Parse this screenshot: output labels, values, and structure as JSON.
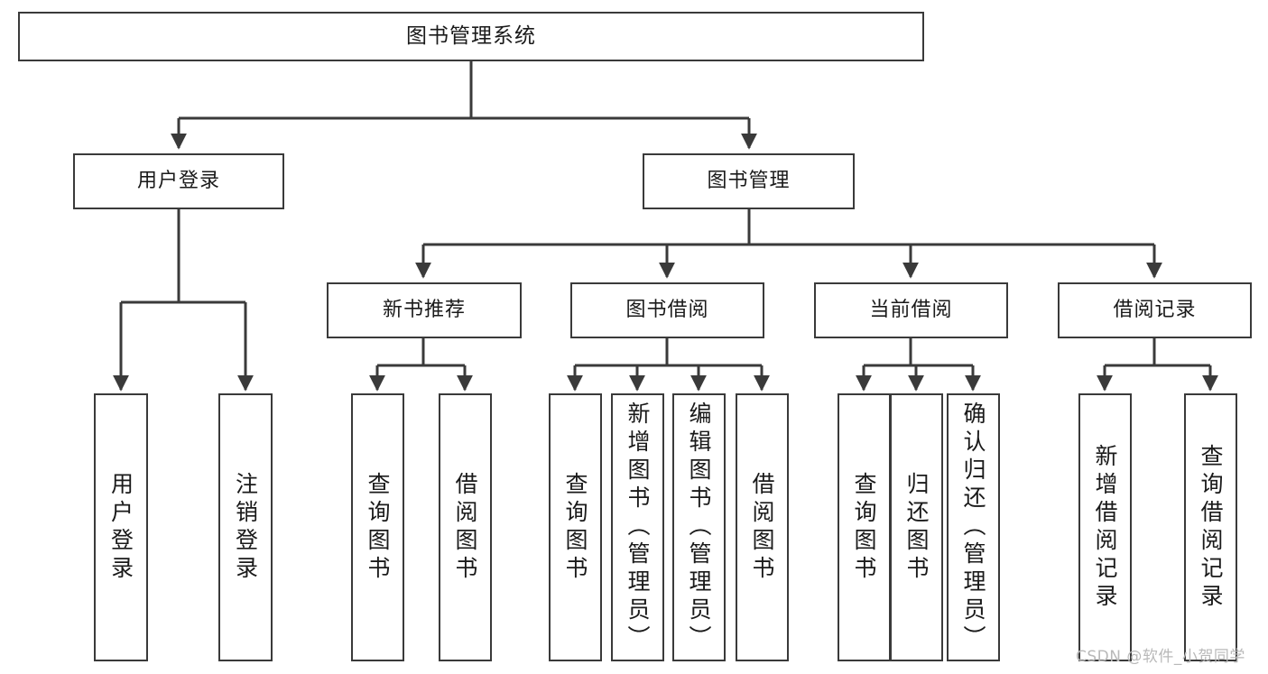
{
  "diagram": {
    "title": "图书管理系统",
    "type": "hierarchy-tree",
    "levels": 4,
    "root": {
      "label": "图书管理系统"
    },
    "level2": [
      {
        "label": "用户登录"
      },
      {
        "label": "图书管理"
      }
    ],
    "level3": [
      {
        "label": "新书推荐"
      },
      {
        "label": "图书借阅"
      },
      {
        "label": "当前借阅"
      },
      {
        "label": "借阅记录"
      }
    ],
    "leaves": {
      "user_login": [
        {
          "label": "用户登录"
        },
        {
          "label": "注销登录"
        }
      ],
      "new_book_recommend": [
        {
          "label": "查询图书"
        },
        {
          "label": "借阅图书"
        }
      ],
      "book_borrow": [
        {
          "label": "查询图书"
        },
        {
          "label": "新增图书（管理员）"
        },
        {
          "label": "编辑图书（管理员）"
        },
        {
          "label": "借阅图书"
        }
      ],
      "current_borrow": [
        {
          "label": "查询图书"
        },
        {
          "label": "归还图书"
        },
        {
          "label": "确认归还（管理员）"
        }
      ],
      "borrow_record": [
        {
          "label": "新增借阅记录"
        },
        {
          "label": "查询借阅记录"
        }
      ]
    }
  },
  "watermark": {
    "text": "CSDN @软件_小贺同学"
  },
  "colors": {
    "box_border": "#3a3a3a",
    "box_fill": "#ffffff",
    "connector": "#3a3a3a",
    "text": "#1a1a1a",
    "watermark": "#b9b9b9",
    "background": "#ffffff"
  }
}
